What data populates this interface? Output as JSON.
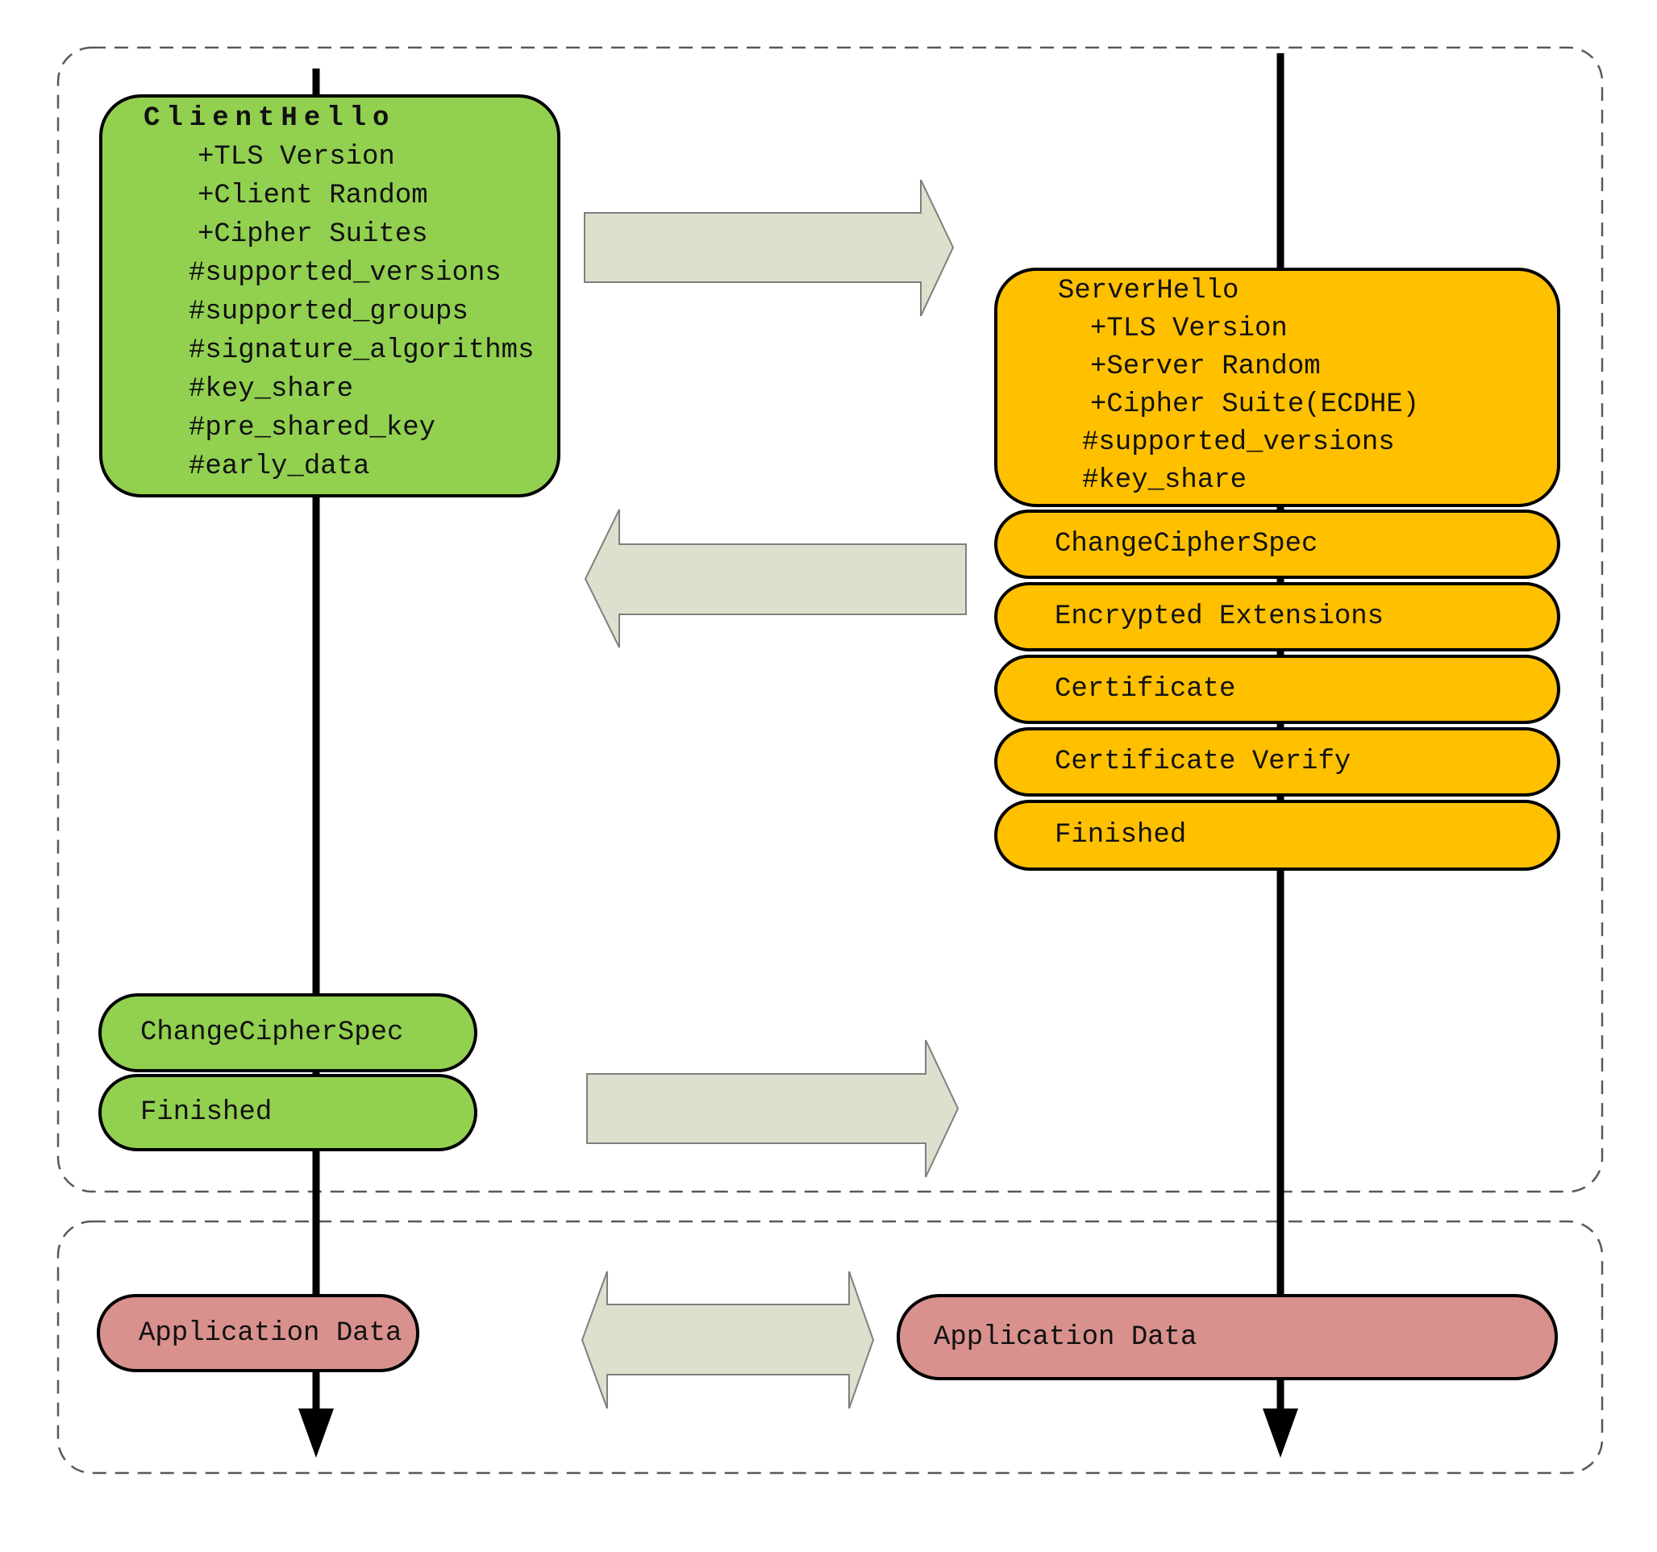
{
  "client": {
    "hello_box": {
      "lines": [
        "ClientHello",
        "+TLS Version",
        "+Client Random",
        "+Cipher Suites",
        "#supported_versions",
        "#supported_groups",
        "#signature_algorithms",
        "#key_share",
        "#pre_shared_key",
        "#early_data"
      ]
    },
    "change_cipher_spec_label": "ChangeCipherSpec",
    "finished_label": "Finished",
    "application_data_label": "Application Data"
  },
  "server": {
    "hello_box": {
      "lines": [
        "ServerHello",
        "+TLS Version",
        "+Server Random",
        "+Cipher Suite(ECDHE)",
        "#supported_versions",
        "#key_share"
      ]
    },
    "messages": [
      "ChangeCipherSpec",
      "Encrypted Extensions",
      "Certificate",
      "Certificate Verify",
      "Finished"
    ],
    "application_data_label": "Application Data"
  },
  "colors": {
    "client_box": "#92d050",
    "server_box": "#ffc000",
    "app_data_box": "#d9918e",
    "arrow_fill": "#dde0cd",
    "arrow_stroke": "#7f7f7f",
    "dash_border": "#595959",
    "timeline": "#000000"
  }
}
